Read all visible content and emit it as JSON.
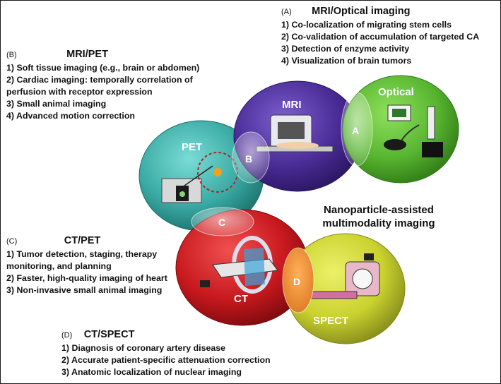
{
  "sections": {
    "a": {
      "letter": "(A)",
      "title": "MRI/Optical imaging",
      "items": [
        "1) Co-localization of migrating stem cells",
        "2) Co-validation of accumulation of targeted CA",
        "3) Detection of enzyme activity",
        "4) Visualization of brain tumors"
      ]
    },
    "b": {
      "letter": "(B)",
      "title": "MRI/PET",
      "items": [
        "1) Soft tissue imaging (e.g., brain or abdomen)",
        "2) Cardiac imaging: temporally correlation of",
        "perfusion with receptor expression",
        "3) Small animal imaging",
        "4) Advanced motion correction"
      ]
    },
    "c": {
      "letter": "(C)",
      "title": "CT/PET",
      "items": [
        "1) Tumor detection, staging, therapy",
        "monitoring, and planning",
        "2) Faster, high-quality imaging of heart",
        "3) Non-invasive small animal imaging"
      ]
    },
    "d": {
      "letter": "(D)",
      "title": "CT/SPECT",
      "items": [
        "1) Diagnosis of coronary artery disease",
        "2) Accurate patient-specific attenuation correction",
        "3) Anatomic localization of nuclear imaging"
      ]
    }
  },
  "center_text": [
    "Nanoparticle-assisted",
    "multimodality imaging"
  ],
  "circles": {
    "mri": "MRI",
    "optical": "Optical",
    "pet": "PET",
    "ct": "CT",
    "spect": "SPECT"
  },
  "overlaps": {
    "a": "A",
    "b": "B",
    "c": "C",
    "d": "D"
  },
  "colors": {
    "mri": "#4a2c96",
    "optical": "#58b530",
    "pet": "#3aaaa4",
    "ct": "#c8191e",
    "spect": "#c9d22e"
  }
}
